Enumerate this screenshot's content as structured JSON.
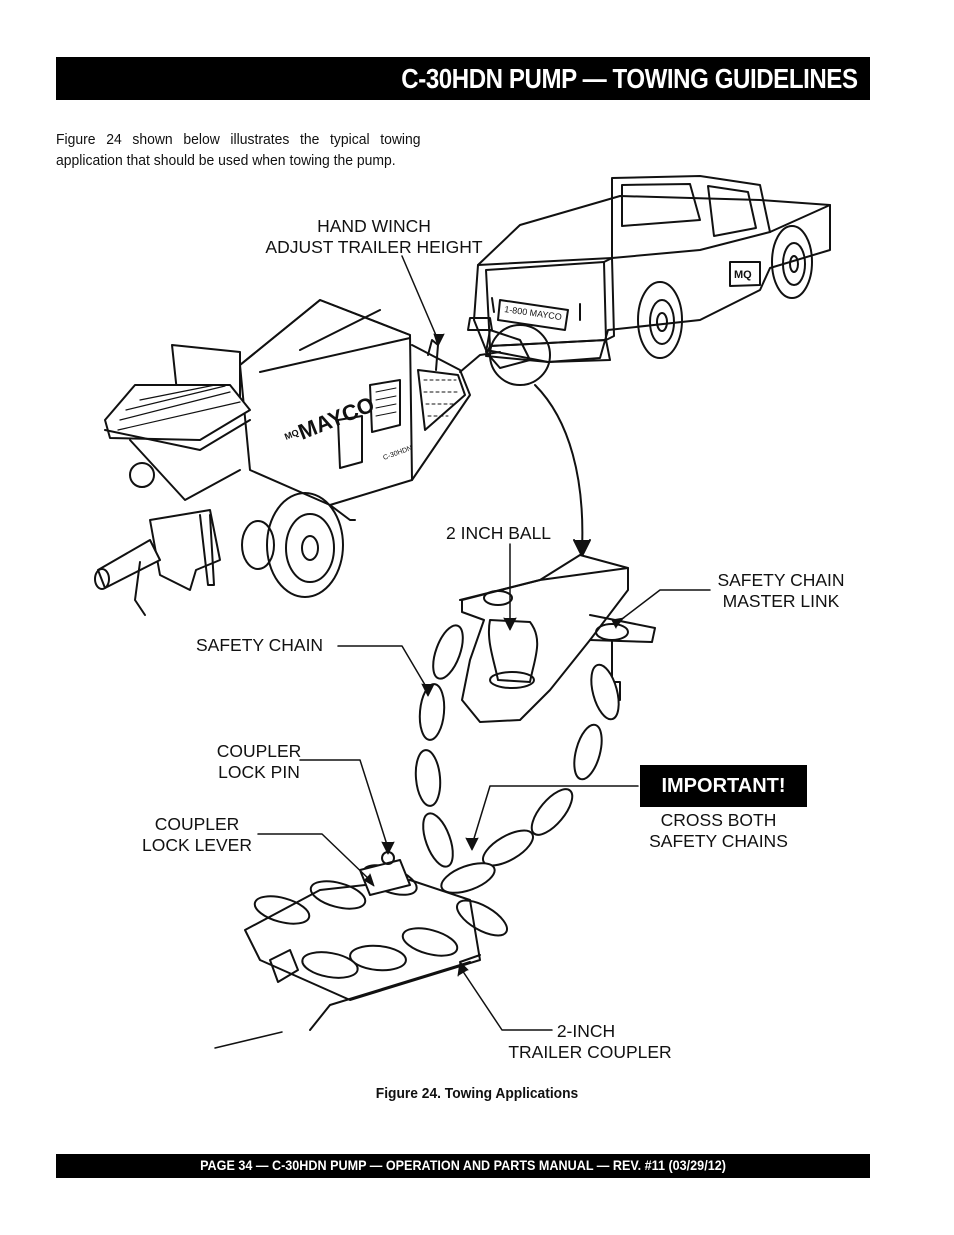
{
  "header": {
    "title": "C-30HDN PUMP — TOWING GUIDELINES"
  },
  "intro": {
    "text": "Figure 24 shown below illustrates the typical towing application that should be used when towing the pump."
  },
  "figure": {
    "labels": {
      "hand_winch_1": "HAND WINCH",
      "hand_winch_2": "ADJUST TRAILER HEIGHT",
      "ball": "2 INCH BALL",
      "master_link_1": "SAFETY CHAIN",
      "master_link_2": "MASTER LINK",
      "safety_chain": "SAFETY CHAIN",
      "lock_pin_1": "COUPLER",
      "lock_pin_2": "LOCK PIN",
      "lock_lever_1": "COUPLER",
      "lock_lever_2": "LOCK LEVER",
      "important": "IMPORTANT!",
      "cross_1": "CROSS BOTH",
      "cross_2": "SAFETY CHAINS",
      "coupler_1": "2-INCH",
      "coupler_2": "TRAILER COUPLER"
    },
    "truck_plate": "1-800 MAYCO",
    "pump_brand": "MAYCO",
    "pump_model": "C-30HDN",
    "logo_text": "MQ",
    "caption": "Figure 24. Towing Applications"
  },
  "footer": {
    "text": "PAGE 34 — C-30HDN PUMP — OPERATION AND PARTS MANUAL — REV. #11 (03/29/12)"
  }
}
